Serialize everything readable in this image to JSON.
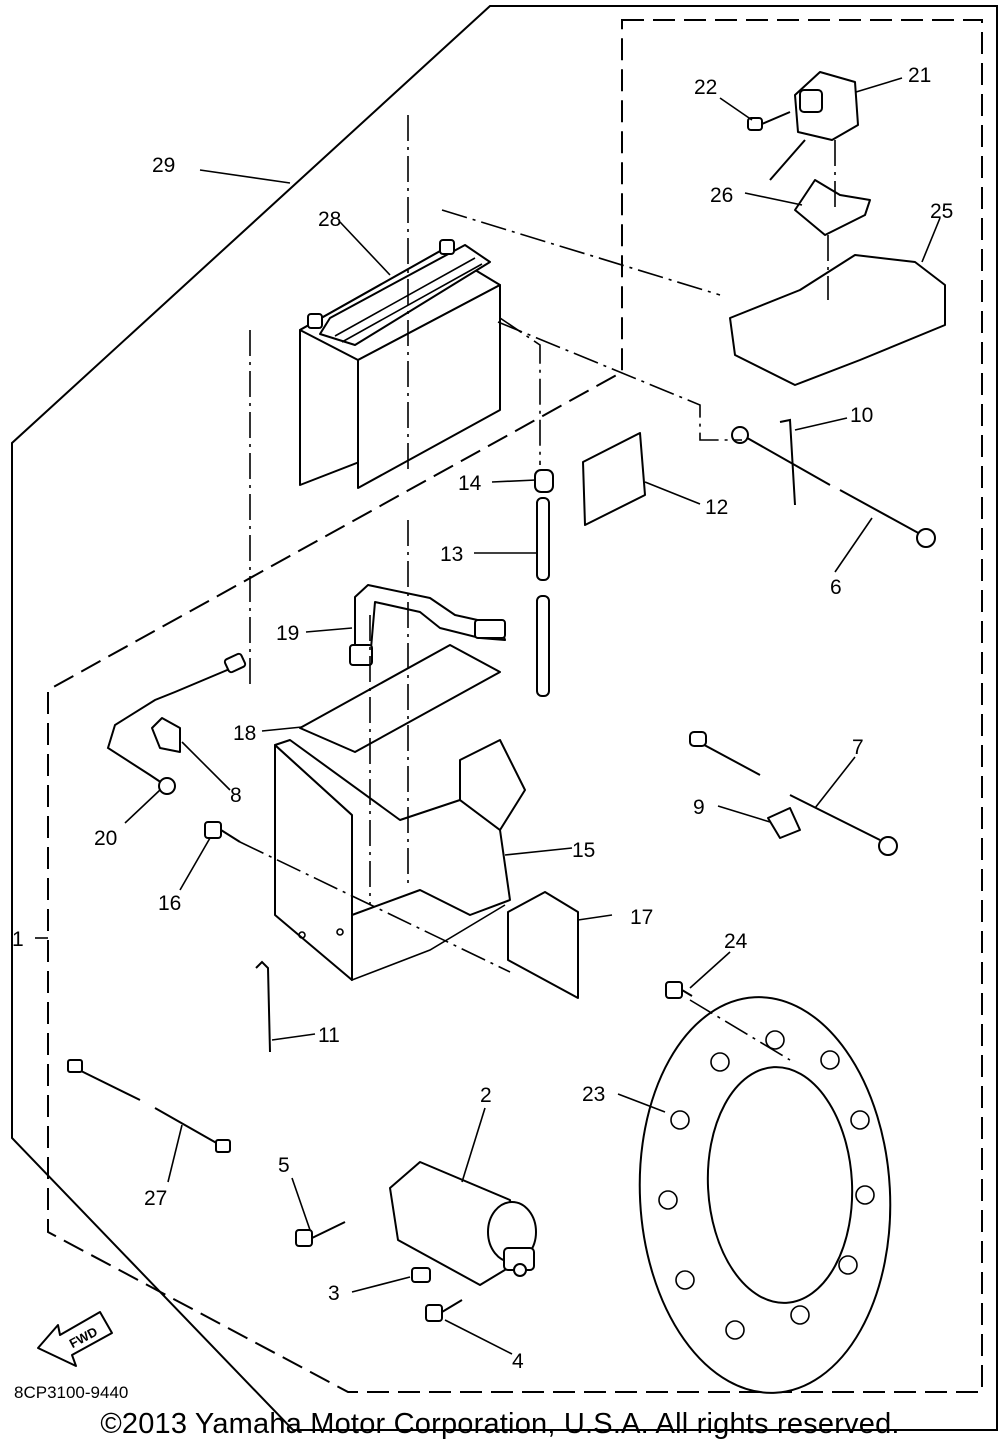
{
  "diagram": {
    "code": "8CP3100-9440",
    "fwd_label": "FWD",
    "callouts": [
      "1",
      "2",
      "3",
      "4",
      "5",
      "6",
      "7",
      "8",
      "9",
      "10",
      "11",
      "12",
      "13",
      "14",
      "15",
      "16",
      "17",
      "18",
      "19",
      "20",
      "21",
      "22",
      "23",
      "24",
      "25",
      "26",
      "27",
      "28",
      "29"
    ]
  },
  "footer": {
    "copyright": "©2013 Yamaha Motor Corporation, U.S.A. All rights reserved."
  }
}
